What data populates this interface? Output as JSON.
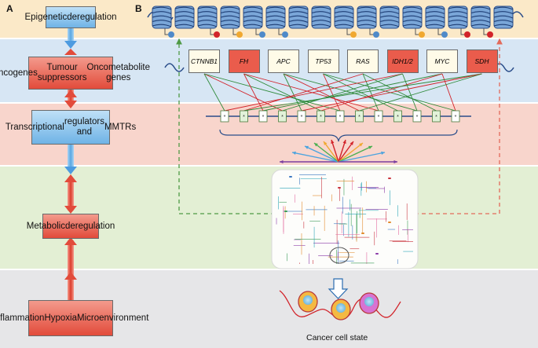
{
  "panel_a": {
    "label": "A",
    "levels": [
      "Epigenetic deregulation",
      [
        "Oncogenes",
        "Tumour suppressors",
        "Oncometabolite genes"
      ],
      [
        "Transcriptional",
        "regulators and",
        "MMTRs"
      ],
      [
        "Metabolic",
        "deregulation"
      ],
      [
        "Inflammation",
        "Hypoxia",
        "Microenvironment"
      ]
    ],
    "epigenetic_lines": [
      "Epigenetic",
      "deregulation"
    ]
  },
  "panel_b": {
    "label": "B",
    "genes": [
      {
        "name": "CTNNB1",
        "highlight": false
      },
      {
        "name": "FH",
        "highlight": true
      },
      {
        "name": "APC",
        "highlight": false
      },
      {
        "name": "TP53",
        "highlight": false
      },
      {
        "name": "RAS",
        "highlight": false
      },
      {
        "name": "IDH1/2",
        "highlight": true
      },
      {
        "name": "MYC",
        "highlight": false
      },
      {
        "name": "SDH",
        "highlight": true
      }
    ],
    "caption": "Cancer cell state"
  },
  "colors": {
    "blue_box": "#6fb3e6",
    "red_box": "#e24b3b",
    "green_dashed": "#4f9a45",
    "red_dashed": "#e36a5a"
  }
}
